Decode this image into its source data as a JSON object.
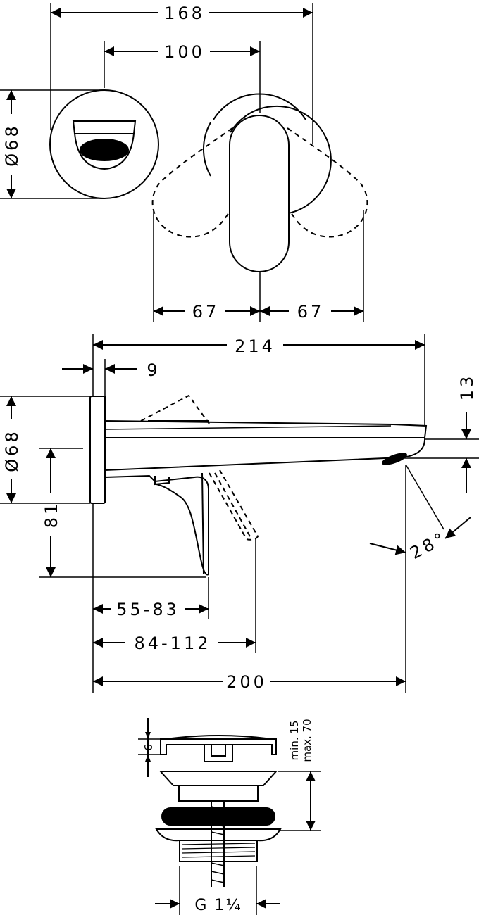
{
  "top_view": {
    "overall_width": "168",
    "center_distance": "100",
    "rosette_diameter": "Ø68",
    "lever_swing_left": "67",
    "lever_swing_right": "67"
  },
  "side_view": {
    "total_length": "214",
    "rosette_thickness": "9",
    "rosette_diameter": "Ø68",
    "spout_height": "13",
    "lever_height": "81",
    "lever_reach_closed": "55-83",
    "lever_reach_open": "84-112",
    "projection": "200",
    "outlet_angle": "28°"
  },
  "waste_view": {
    "cap_height": "6",
    "adjust_min": "min. 15",
    "adjust_max": "max. 70",
    "thread": "G 1¼"
  }
}
